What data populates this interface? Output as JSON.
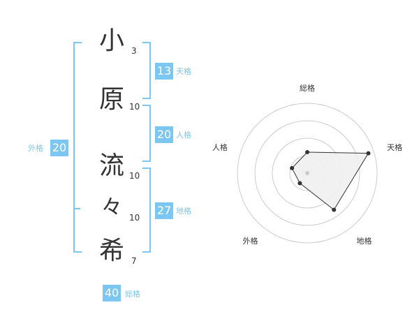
{
  "name": {
    "chars": [
      {
        "char": "小",
        "strokes": "3"
      },
      {
        "char": "原",
        "strokes": "10"
      },
      {
        "char": "流",
        "strokes": "10"
      },
      {
        "char": "々",
        "strokes": "10"
      },
      {
        "char": "希",
        "strokes": "7"
      }
    ]
  },
  "kakusu": {
    "tenkaku": {
      "value": "13",
      "label": "天格"
    },
    "jinkaku": {
      "value": "20",
      "label": "人格"
    },
    "chikaku": {
      "value": "27",
      "label": "地格"
    },
    "gaikaku": {
      "value": "20",
      "label": "外格"
    },
    "soukaku": {
      "value": "40",
      "label": "総格"
    }
  },
  "colors": {
    "accent": "#7cc7f2",
    "text": "#333333",
    "grid": "#cccccc",
    "fill": "#f0f0f0"
  },
  "chart_data": {
    "type": "radar",
    "axes": [
      "総格",
      "天格",
      "地格",
      "外格",
      "人格"
    ],
    "values": [
      0.3,
      0.92,
      0.65,
      0.18,
      0.23
    ],
    "rings": 4,
    "range": [
      0,
      1
    ]
  }
}
